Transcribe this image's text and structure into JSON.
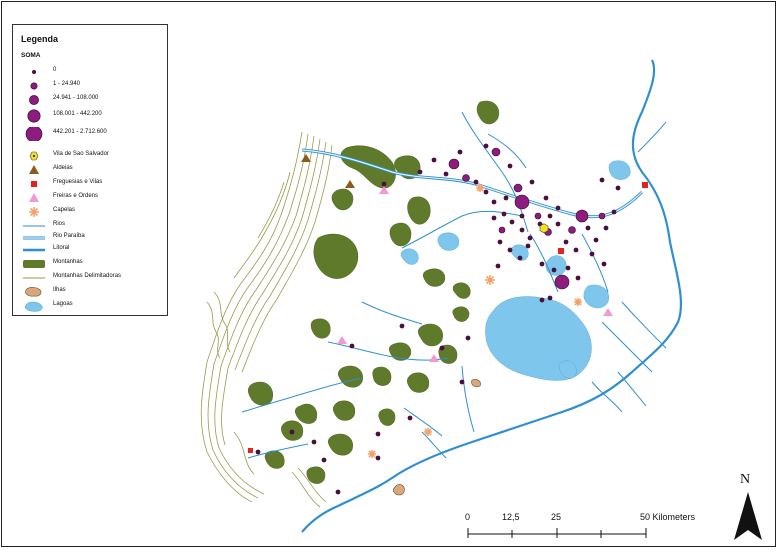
{
  "legend": {
    "title": "Legenda",
    "subtitle": "SOMA",
    "items": [
      {
        "label": "0",
        "symbol": "circle-xs"
      },
      {
        "label": "1 - 24.940",
        "symbol": "circle-s"
      },
      {
        "label": "24.941 - 108.000",
        "symbol": "circle-m"
      },
      {
        "label": "108.001 - 442.200",
        "symbol": "circle-l"
      },
      {
        "label": "442.201 - 2.712.600",
        "symbol": "circle-xl"
      },
      {
        "label": "Vila de Sao Salvador",
        "symbol": "hexagon-yellow"
      },
      {
        "label": "Aldeias",
        "symbol": "triangle-brown"
      },
      {
        "label": "Freguesias e Vilas",
        "symbol": "square-red"
      },
      {
        "label": "Freiras e Ordens",
        "symbol": "triangle-pink"
      },
      {
        "label": "Capelas",
        "symbol": "asterisk-orange"
      },
      {
        "label": "Rios",
        "symbol": "line-thin-blue"
      },
      {
        "label": "Rio Paraíba",
        "symbol": "line-double-blue"
      },
      {
        "label": "Litoral",
        "symbol": "line-thick-blue"
      },
      {
        "label": "Montanhas",
        "symbol": "patch-green"
      },
      {
        "label": "Montanhas Delimitadoras",
        "symbol": "line-olive"
      },
      {
        "label": "Ilhas",
        "symbol": "patch-tan"
      },
      {
        "label": "Lagoas",
        "symbol": "patch-lightblue"
      }
    ]
  },
  "scale": {
    "ticks": [
      "0",
      "12,5",
      "25",
      "50 Kilometers"
    ]
  },
  "north": {
    "letter": "N",
    "icon": "north-arrow-icon"
  },
  "colors": {
    "river": "#2f8fd0",
    "lagoon": "#7fc6ec",
    "mountain": "#5f7a2a",
    "dot": "#4a0f3d",
    "circle": "#8e1c7e",
    "contour": "#9a9a4a",
    "capela": "#f3a26b",
    "freira": "#ef9ad0",
    "aldeia": "#8b5a1c",
    "freguesia": "#e0231b"
  }
}
